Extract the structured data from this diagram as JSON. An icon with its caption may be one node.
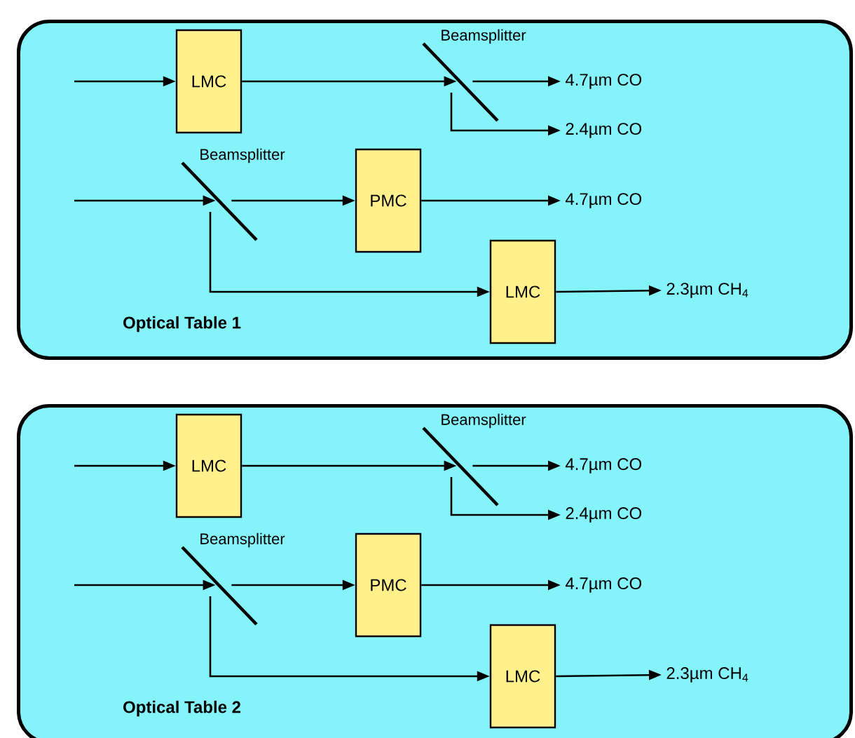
{
  "diagram": {
    "nodes": [
      {
        "text": [
          "Optical Table 1"
        ]
      },
      {
        "text": [
          "LMC"
        ],
        "in": 0
      },
      {
        "text": [
          "Beamsplitter"
        ],
        "in": 0
      },
      {
        "text": [
          "4.7µm CO"
        ],
        "in": 0
      },
      {
        "text": [
          "2.4µm CO"
        ],
        "in": 0
      },
      {
        "text": [
          "Beamsplitter"
        ],
        "in": 0
      },
      {
        "text": [
          "PMC"
        ],
        "in": 0
      },
      {
        "text": [
          "4.7µm CO"
        ],
        "in": 0
      },
      {
        "text": [
          "LMC"
        ],
        "in": 0
      },
      {
        "text": [
          "2.3µm CH$_{4}$"
        ],
        "in": 0
      },
      {
        "text": [
          "Optical Table 2"
        ]
      },
      {
        "text": [
          "LMC"
        ],
        "in": 10
      },
      {
        "text": [
          "Beamsplitter"
        ],
        "in": 10
      },
      {
        "text": [
          "4.7µm CO"
        ],
        "in": 10
      },
      {
        "text": [
          "2.4µm CO"
        ],
        "in": 10
      },
      {
        "text": [
          "Beamsplitter"
        ],
        "in": 10
      },
      {
        "text": [
          "PMC"
        ],
        "in": 10
      },
      {
        "text": [
          "4.7µm CO"
        ],
        "in": 10
      },
      {
        "text": [
          "LMC"
        ],
        "in": 10
      },
      {
        "text": [
          "2.3µm CH$_{4}$"
        ],
        "in": 10
      }
    ],
    "edges": [
      {
        "from": null,
        "to": 1,
        "arrow": "to"
      },
      {
        "from": 1,
        "to": 2,
        "arrow": "to"
      },
      {
        "from": 2,
        "to": 3,
        "arrow": "to"
      },
      {
        "from": 2,
        "to": 4,
        "arrow": "to"
      },
      {
        "from": null,
        "to": 5,
        "arrow": "to"
      },
      {
        "from": 5,
        "to": 6,
        "arrow": "to"
      },
      {
        "from": 6,
        "to": 7,
        "arrow": "to"
      },
      {
        "from": 5,
        "to": 8,
        "arrow": "to"
      },
      {
        "from": 8,
        "to": 9,
        "arrow": "to"
      },
      {
        "from": null,
        "to": 11,
        "arrow": "to"
      },
      {
        "from": 11,
        "to": 12,
        "arrow": "to"
      },
      {
        "from": 12,
        "to": 13,
        "arrow": "to"
      },
      {
        "from": 12,
        "to": 14,
        "arrow": "to"
      },
      {
        "from": null,
        "to": 15,
        "arrow": "to"
      },
      {
        "from": 15,
        "to": 16,
        "arrow": "to"
      },
      {
        "from": 16,
        "to": 17,
        "arrow": "to"
      },
      {
        "from": 15,
        "to": 18,
        "arrow": "to"
      },
      {
        "from": 18,
        "to": 19,
        "arrow": "to"
      }
    ]
  }
}
